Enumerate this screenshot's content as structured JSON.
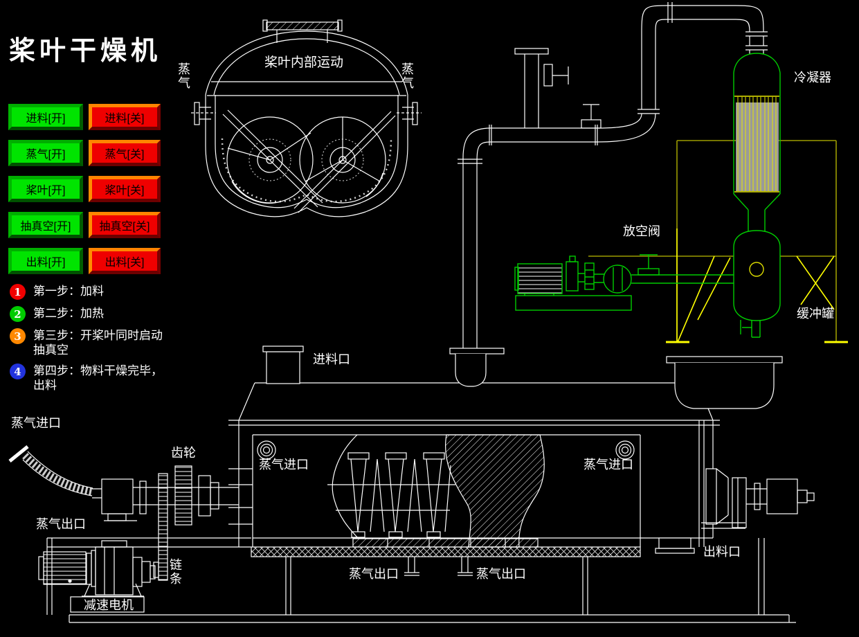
{
  "title": "桨叶干燥机",
  "controls": {
    "rows": [
      {
        "on": "进料[开]",
        "off": "进料[关]"
      },
      {
        "on": "蒸气[开]",
        "off": "蒸气[关]"
      },
      {
        "on": "桨叶[开]",
        "off": "桨叶[关]"
      },
      {
        "on": "抽真空[开]",
        "off": "抽真空[关]"
      },
      {
        "on": "出料[开]",
        "off": "出料[关]"
      }
    ]
  },
  "steps": [
    {
      "num": "1",
      "text": "第一步：加料"
    },
    {
      "num": "2",
      "text": "第二步：加热"
    },
    {
      "num": "3",
      "text": "第三步：开桨叶同时启动抽真空"
    },
    {
      "num": "4",
      "text": "第四步：物料干燥完毕，出料"
    }
  ],
  "labels": {
    "paddle_motion": "桨叶内部运动",
    "steam_left": "蒸气",
    "steam_right": "蒸气",
    "condenser": "冷凝器",
    "vent_valve": "放空阀",
    "buffer_tank": "缓冲罐",
    "feed_inlet": "进料口",
    "steam_inlet_outer": "蒸气进口",
    "gear": "齿轮",
    "steam_inlet_left": "蒸气进口",
    "steam_inlet_right": "蒸气进口",
    "steam_outlet_left": "蒸气出口",
    "chain": "链条",
    "motor": "减速电机",
    "steam_outlet_b1": "蒸气出口",
    "steam_outlet_b2": "蒸气出口",
    "discharge": "出料口"
  },
  "colors": {
    "background": "#000000",
    "line_white": "#ffffff",
    "machine_green": "#00cc00",
    "frame_yellow": "#ffff00",
    "frame_olive": "#9c9c00",
    "tube_gray": "#9a9a9a",
    "tube_yellow": "#e8e800",
    "button_green": "#00e400",
    "button_red": "#ef0000",
    "bevel_orange": "#ff8400",
    "step1": "#f00000",
    "step2": "#00cc00",
    "step3": "#ff8800",
    "step4": "#2233dd"
  }
}
